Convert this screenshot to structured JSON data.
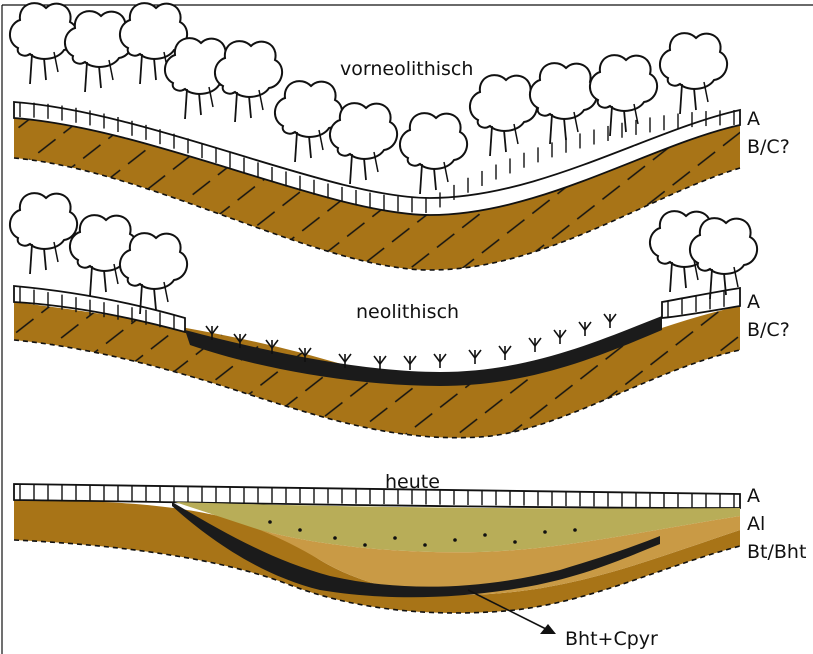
{
  "colors": {
    "soil_brown": "#a87417",
    "stroke": "#111111",
    "humus_black": "#1b1b1b",
    "al_olive": "#b8ad58",
    "bt_tan": "#c99a45",
    "background": "#ffffff"
  },
  "panels": [
    {
      "id": "vorneolithisch",
      "title": "vorneolithisch",
      "horizons": [
        "A",
        "B/C?"
      ],
      "vegetation": "forest"
    },
    {
      "id": "neolithisch",
      "title": "neolithisch",
      "horizons": [
        "A",
        "B/C?"
      ],
      "vegetation": "partial forest, grassland with black humus layer"
    },
    {
      "id": "heute",
      "title": "heute",
      "horizons": [
        "A",
        "Al",
        "Bt/Bht"
      ],
      "callout": "Bht+Cpyr"
    }
  ]
}
